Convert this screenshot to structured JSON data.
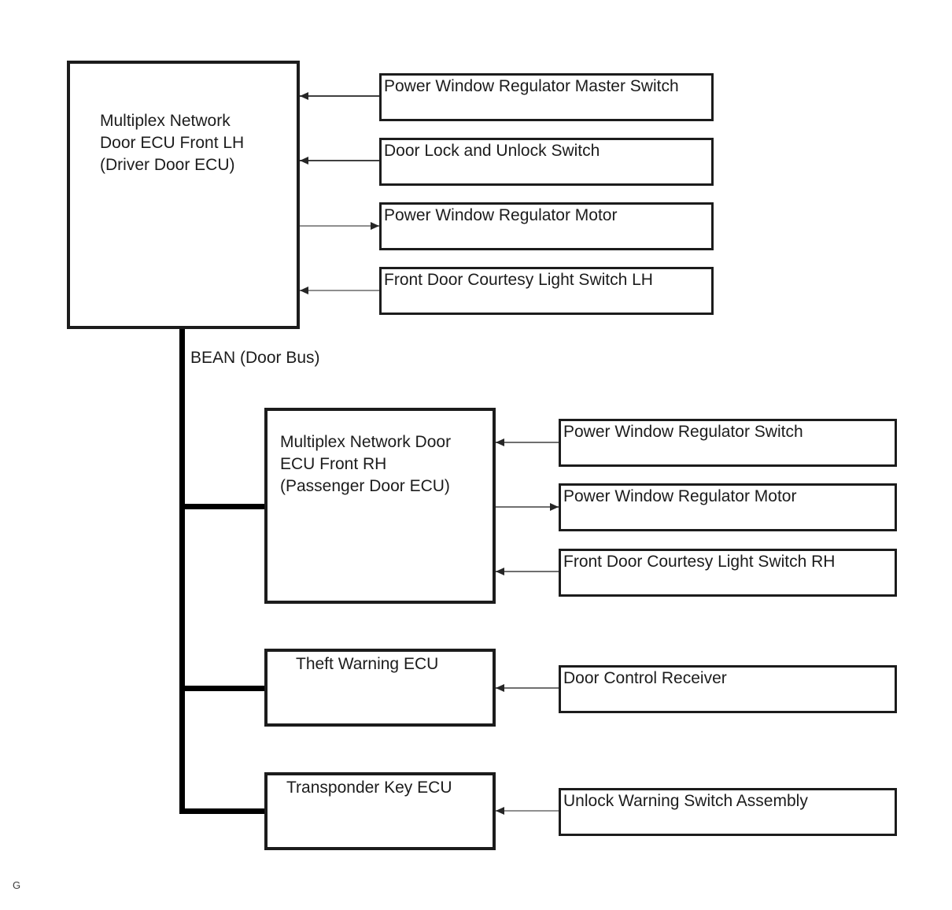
{
  "colors": {
    "background": "#ffffff",
    "box_border": "#1c1c1c",
    "text": "#1c1c1c",
    "bus_line": "#000000",
    "connector_dark": "#404040",
    "connector_light": "#8f8f8f",
    "arrowhead": "#262626"
  },
  "bus": {
    "label": "BEAN (Door Bus)",
    "connects": [
      "driver_ecu",
      "passenger_ecu",
      "theft_ecu",
      "transponder_ecu"
    ]
  },
  "corner_mark": "G",
  "nodes": {
    "driver_ecu": {
      "lines": [
        "Multiplex Network",
        "Door ECU Front LH",
        "(Driver Door ECU)"
      ]
    },
    "pw_master_switch": {
      "label": "Power Window Regulator Master Switch"
    },
    "door_lock_switch": {
      "label": "Door Lock and Unlock Switch"
    },
    "pw_motor_lh": {
      "label": "Power Window Regulator Motor"
    },
    "courtesy_lh": {
      "label": "Front Door Courtesy Light Switch LH"
    },
    "passenger_ecu": {
      "lines": [
        "Multiplex Network Door",
        "ECU Front RH",
        "(Passenger Door ECU)"
      ]
    },
    "pw_switch_rh": {
      "label": "Power Window Regulator Switch"
    },
    "pw_motor_rh": {
      "label": "Power Window Regulator Motor"
    },
    "courtesy_rh": {
      "label": "Front Door Courtesy Light Switch RH"
    },
    "theft_ecu": {
      "label": "Theft Warning ECU"
    },
    "door_control_receiver": {
      "label": "Door Control Receiver"
    },
    "transponder_ecu": {
      "label": "Transponder Key ECU"
    },
    "unlock_warning_switch": {
      "label": "Unlock Warning Switch Assembly"
    }
  },
  "edges": [
    {
      "from": "pw_master_switch",
      "to": "driver_ecu"
    },
    {
      "from": "door_lock_switch",
      "to": "driver_ecu"
    },
    {
      "from": "driver_ecu",
      "to": "pw_motor_lh"
    },
    {
      "from": "courtesy_lh",
      "to": "driver_ecu"
    },
    {
      "from": "pw_switch_rh",
      "to": "passenger_ecu"
    },
    {
      "from": "passenger_ecu",
      "to": "pw_motor_rh"
    },
    {
      "from": "courtesy_rh",
      "to": "passenger_ecu"
    },
    {
      "from": "door_control_receiver",
      "to": "theft_ecu"
    },
    {
      "from": "unlock_warning_switch",
      "to": "transponder_ecu"
    }
  ]
}
